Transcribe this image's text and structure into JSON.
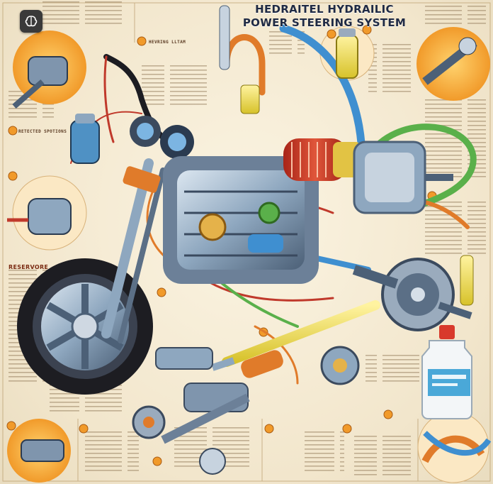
{
  "window": {
    "title_line_1": "HEDRAITEL HYDRAILIC",
    "title_line_2": "POWER STEERING SYSTEM"
  },
  "toolbar": {
    "app_icon": "brain-icon"
  },
  "labels": {
    "reservoir_side": "RESERVORE",
    "left_top_label": "RETECTED SPOTIONS",
    "mid_top_label": "HEVRING LLTAM"
  },
  "colors": {
    "background": "#f4ecd8",
    "ink": "#1f2a44",
    "orange_badge": "#f19a2a",
    "hose_blue": "#3f8fd0",
    "hose_orange": "#e07b2a",
    "hose_green": "#5ab04a",
    "hose_red": "#c0392b",
    "metal": "#7f95ad"
  }
}
